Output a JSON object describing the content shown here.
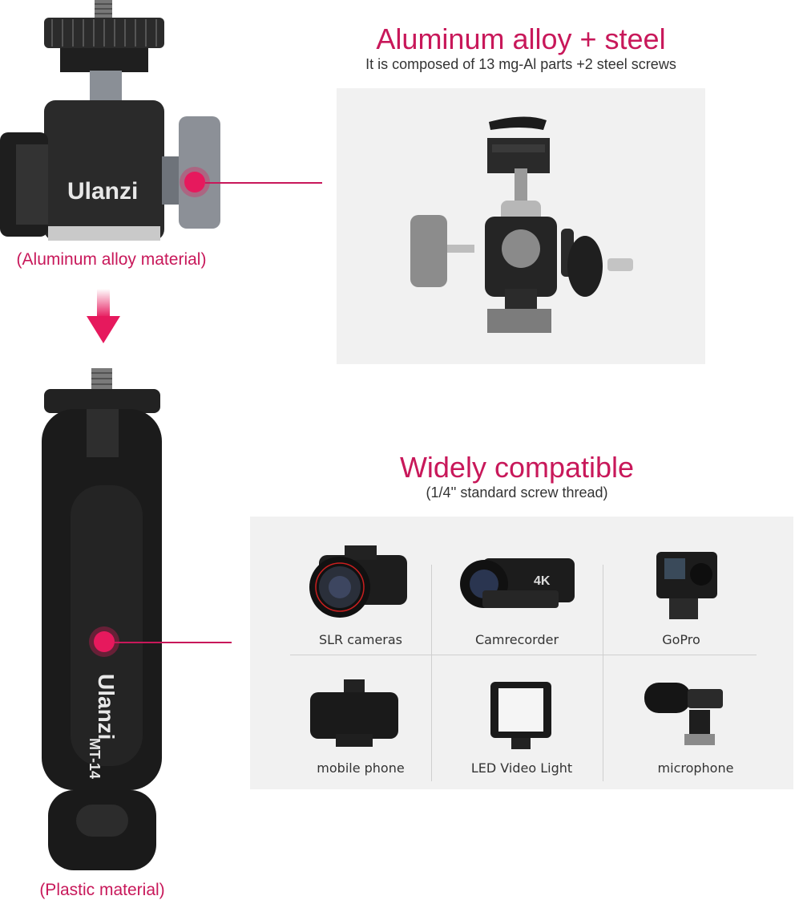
{
  "top_section": {
    "title": "Aluminum alloy + steel",
    "subtitle": "It is composed of 13 mg-Al parts +2 steel screws"
  },
  "ball_head": {
    "brand": "Ulanzi",
    "material_label": "(Aluminum alloy material)"
  },
  "tripod": {
    "brand": "Ulanzi",
    "model": "MT-14",
    "material_label": "(Plastic material)"
  },
  "compat_section": {
    "title": "Widely compatible",
    "subtitle": "(1/4'' standard screw thread)",
    "devices": [
      {
        "label": "SLR cameras",
        "icon": "slr-camera-icon"
      },
      {
        "label": "Camrecorder",
        "icon": "camcorder-icon",
        "badge": "4K"
      },
      {
        "label": "GoPro",
        "icon": "gopro-icon"
      },
      {
        "label": "mobile phone",
        "icon": "mobile-phone-icon"
      },
      {
        "label": "LED Video Light",
        "icon": "led-light-icon"
      },
      {
        "label": "microphone",
        "icon": "microphone-icon"
      }
    ]
  },
  "colors": {
    "accent": "#c8185a",
    "panel": "#f1f1f1"
  }
}
